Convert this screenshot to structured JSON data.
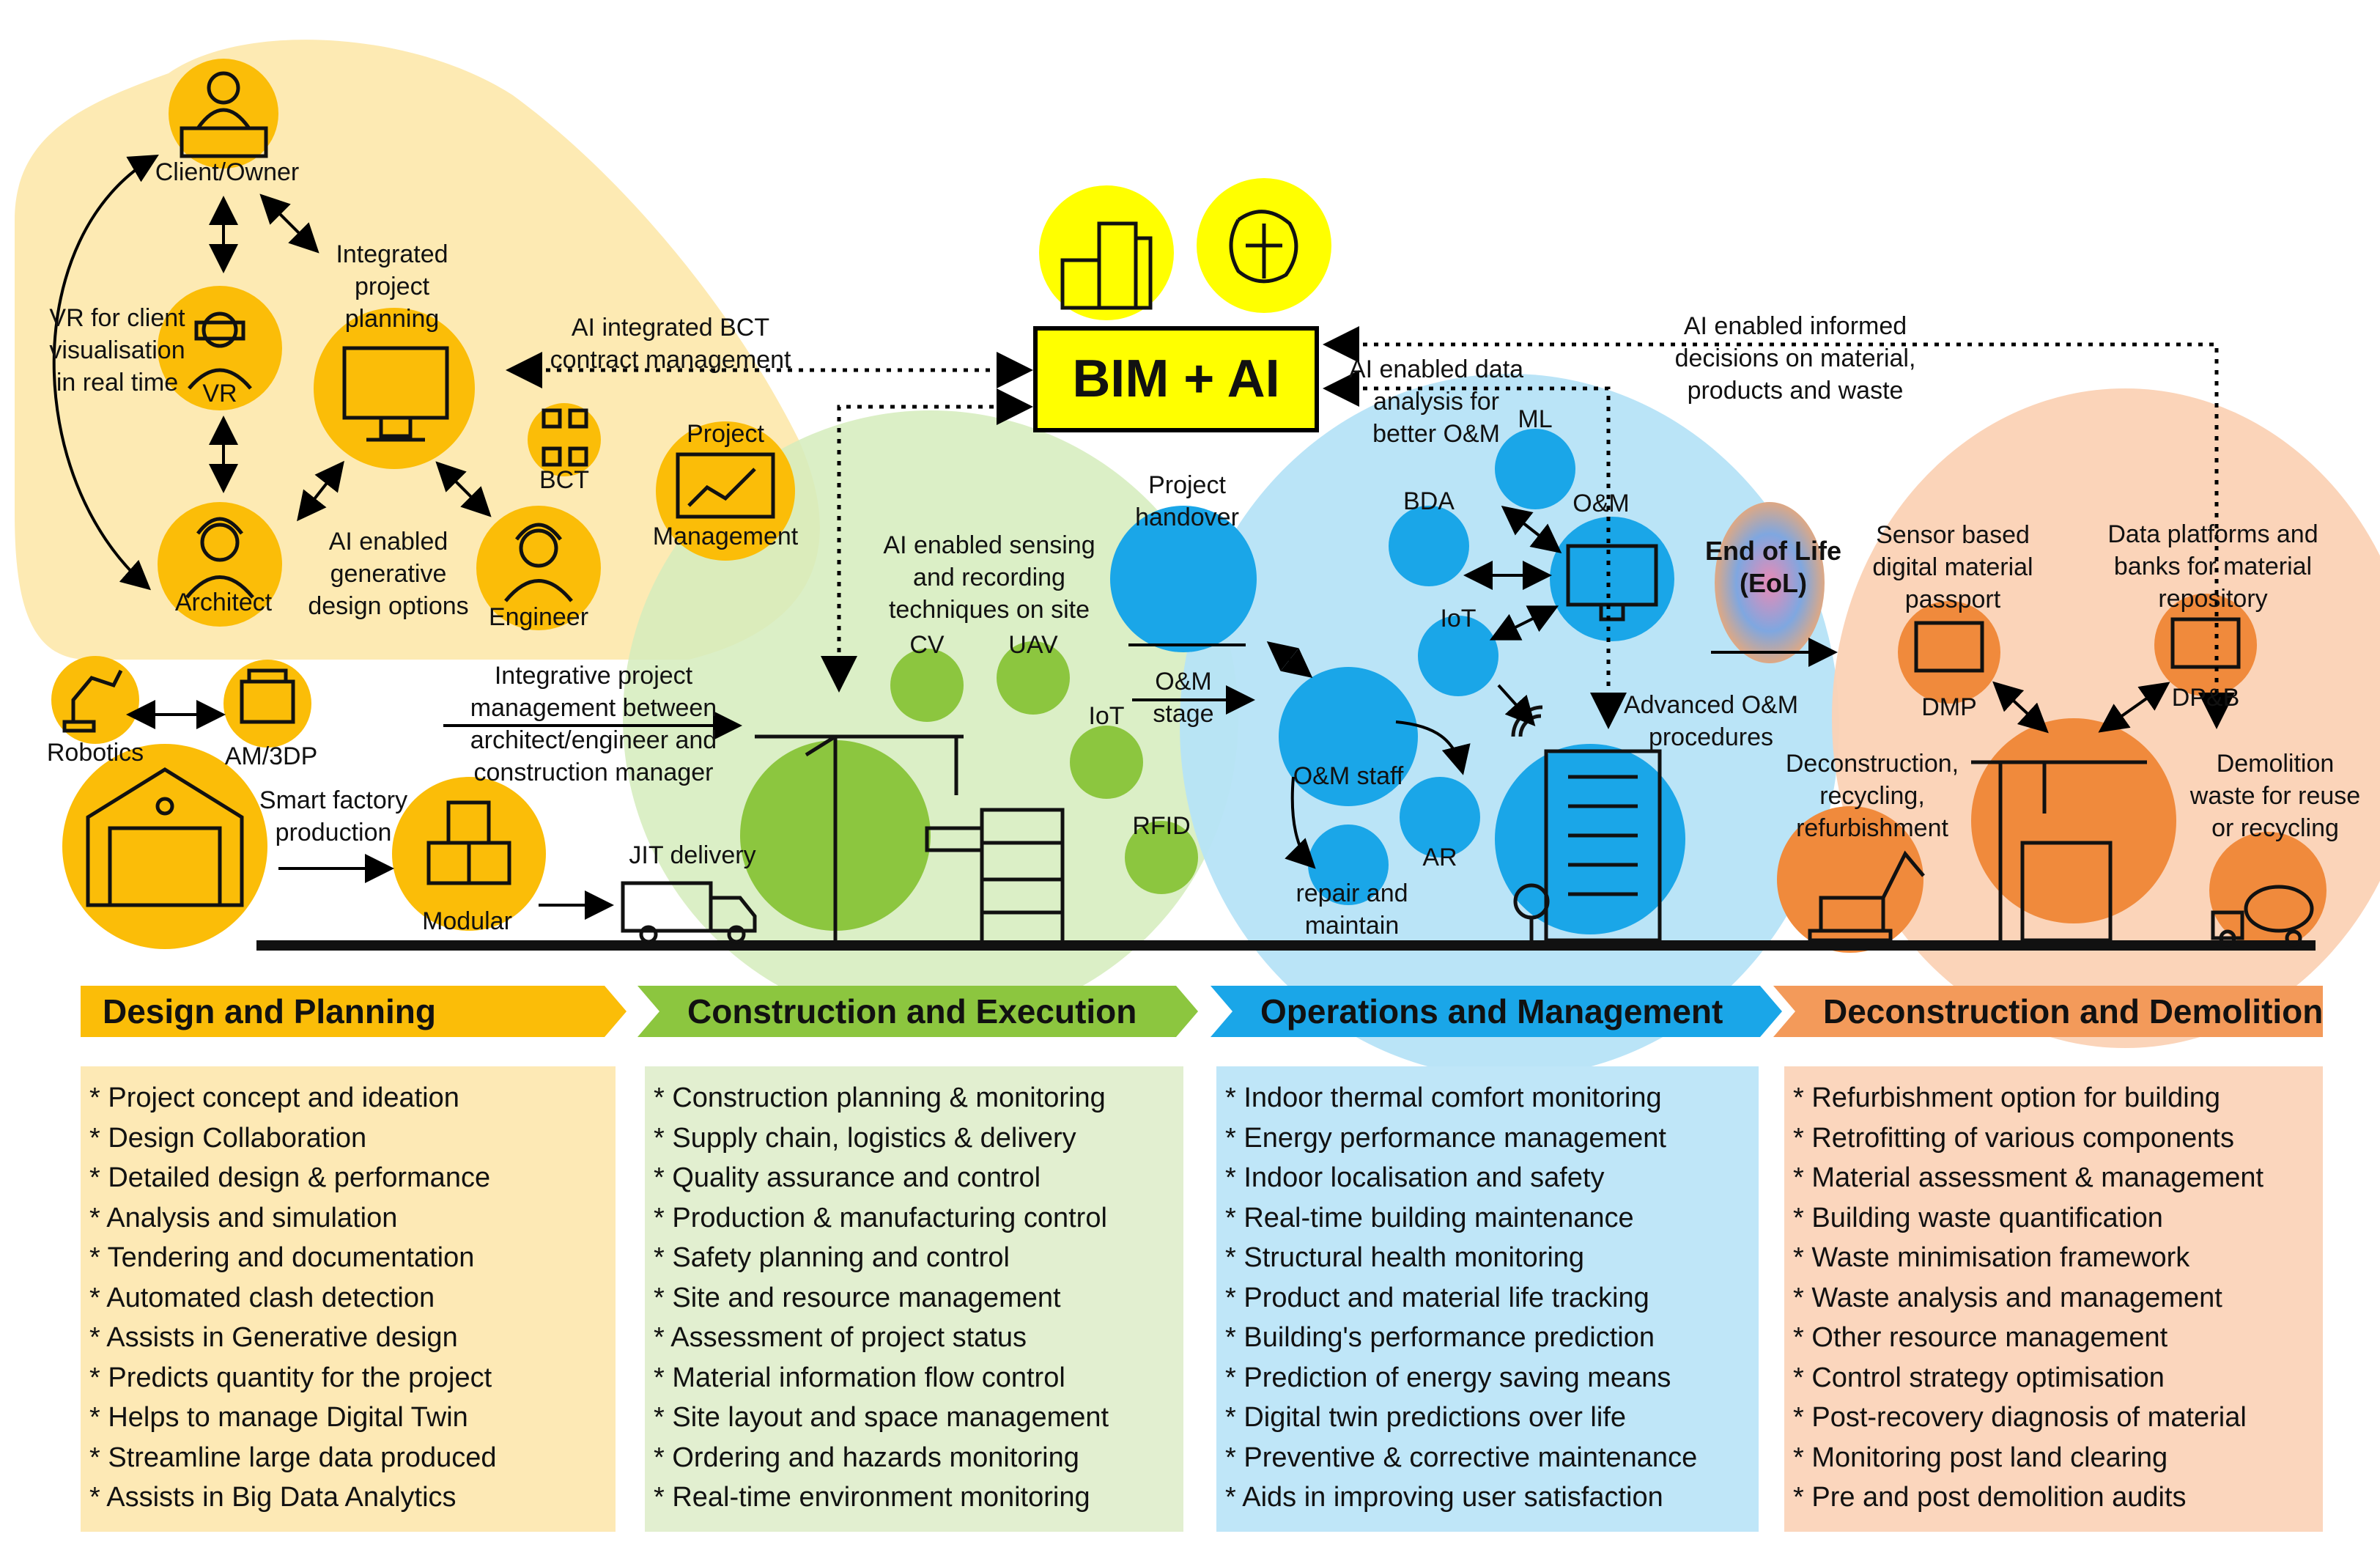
{
  "center": {
    "title": "BIM + AI"
  },
  "colors": {
    "design": "#fbbd08",
    "construction": "#8cc63f",
    "operations": "#1aa6e8",
    "deconstruction": "#f39a5a",
    "design_panel": "#fde9b5",
    "construction_panel": "#e2efd0",
    "operations_panel": "#bfe6f8",
    "deconstruction_panel": "#fbd6bd",
    "bim_box": "#ffff00"
  },
  "nodes": {
    "client_owner": "Client/Owner",
    "integrated_planning": [
      "Integrated",
      "project",
      "planning"
    ],
    "vr_client": [
      "VR for client",
      "visualisation",
      "in real time"
    ],
    "vr": "VR",
    "architect": "Architect",
    "ai_generative": [
      "AI enabled",
      "generative",
      "design options"
    ],
    "engineer": "Engineer",
    "bct": "BCT",
    "project_management": [
      "Project",
      "Management"
    ],
    "ai_bct_contract": [
      "AI integrated BCT",
      "contract management"
    ],
    "robotics": "Robotics",
    "am3dp": "AM/3DP",
    "smart_factory": [
      "Smart factory",
      "production"
    ],
    "modular": "Modular",
    "integrative_pm": [
      "Integrative project",
      "management between",
      "architect/engineer and",
      "construction manager"
    ],
    "jit_delivery": "JIT delivery",
    "ai_sensing": [
      "AI enabled sensing",
      "and recording",
      "techniques on site"
    ],
    "cv": "CV",
    "uav": "UAV",
    "iot_site": "IoT",
    "rfid": "RFID",
    "project_handover": [
      "Project",
      "handover"
    ],
    "om_stage": [
      "O&M",
      "stage"
    ],
    "ai_data_analysis": [
      "AI enabled data",
      "analysis for",
      "better O&M"
    ],
    "ml": "ML",
    "bda": "BDA",
    "om": "O&M",
    "iot_om": "IoT",
    "om_staff": "O&M staff",
    "ar": "AR",
    "repair_maintain": [
      "repair and",
      "maintain"
    ],
    "advanced_om": [
      "Advanced O&M",
      "procedures"
    ],
    "end_of_life": [
      "End of Life",
      "(EoL)"
    ],
    "ai_informed": [
      "AI enabled informed",
      "decisions on material,",
      "products and waste"
    ],
    "sensor_passport": [
      "Sensor based",
      "digital material",
      "passport"
    ],
    "dmp": "DMP",
    "data_platforms": [
      "Data platforms and",
      "banks for material",
      "repository"
    ],
    "dpb": "DP&B",
    "deconstruction_recycle": [
      "Deconstruction,",
      "recycling,",
      "refurbishment"
    ],
    "demolition_waste": [
      "Demolition",
      "waste for reuse",
      "or recycling"
    ]
  },
  "phases": [
    {
      "title": "Design and Planning",
      "items": [
        "* Project concept and ideation",
        "* Design Collaboration",
        "* Detailed design & performance",
        "* Analysis and simulation",
        "* Tendering and documentation",
        "* Automated clash detection",
        "* Assists in Generative design",
        "* Predicts quantity for the project",
        "* Helps to manage Digital Twin",
        "* Streamline large data produced",
        "* Assists in Big Data Analytics"
      ]
    },
    {
      "title": "Construction and Execution",
      "items": [
        "* Construction planning & monitoring",
        "* Supply chain, logistics & delivery",
        "* Quality assurance and control",
        "* Production & manufacturing control",
        "* Safety planning and control",
        "* Site and resource management",
        "* Assessment of project status",
        "* Material information flow control",
        "* Site layout and space management",
        "* Ordering and hazards monitoring",
        "* Real-time environment monitoring"
      ]
    },
    {
      "title": "Operations and Management",
      "items": [
        "* Indoor thermal comfort monitoring",
        "* Energy performance management",
        "* Indoor localisation and safety",
        "* Real-time building maintenance",
        "* Structural health monitoring",
        "* Product and material life tracking",
        "* Building's performance prediction",
        "* Prediction of energy saving means",
        "* Digital twin predictions over life",
        "* Preventive & corrective maintenance",
        "* Aids in improving user satisfaction"
      ]
    },
    {
      "title": "Deconstruction and Demolition",
      "items": [
        "* Refurbishment option for building",
        "* Retrofitting of various components",
        "* Material assessment & management",
        "* Building waste quantification",
        "* Waste minimisation framework",
        "* Waste analysis and management",
        "* Other resource management",
        "* Control strategy optimisation",
        "* Post-recovery diagnosis of material",
        "* Monitoring post land clearing",
        "* Pre and post demolition audits"
      ]
    }
  ]
}
